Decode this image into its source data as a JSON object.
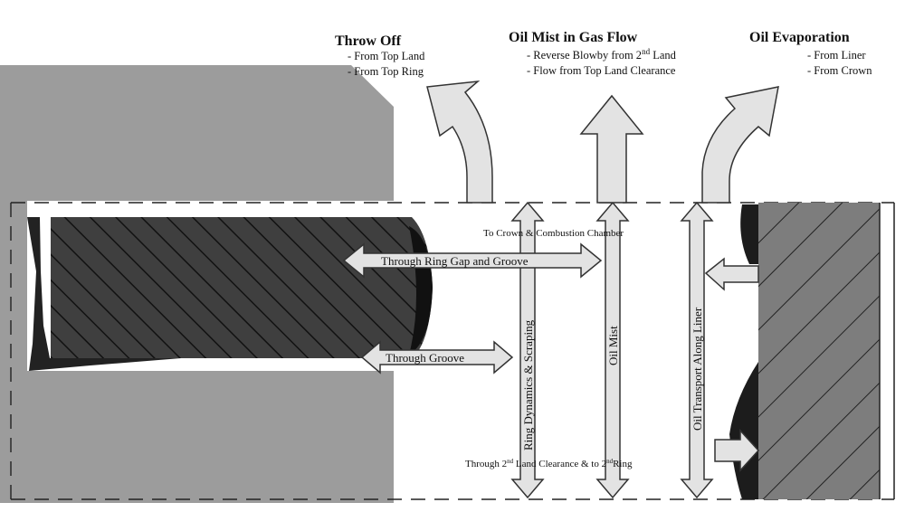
{
  "headers": {
    "throw_off": {
      "title": "Throw Off",
      "items": [
        "- From Top Land",
        "- From Top Ring"
      ]
    },
    "oil_mist": {
      "title": "Oil Mist in Gas Flow",
      "item1_pre": "- Reverse Blowby from 2",
      "item1_sup": "nd",
      "item1_post": " Land",
      "item2": "- Flow from Top Land Clearance"
    },
    "evaporation": {
      "title": "Oil Evaporation",
      "items": [
        "- From Liner",
        "- From Crown"
      ]
    }
  },
  "labels": {
    "to_crown": "To Crown & Combustion Chamber",
    "ring_gap": "Through Ring Gap and Groove",
    "groove": "Through Groove",
    "ring_dynamics": "Ring Dynamics & Scraping",
    "oil_mist": "Oil Mist",
    "liner_transport": "Oil Transport Along Liner",
    "bottom_pre": "Through 2",
    "bottom_sup1": "nd",
    "bottom_mid": " Land Clearance & to 2",
    "bottom_sup2": "nd",
    "bottom_post": "Ring"
  },
  "colors": {
    "piston": "#9c9c9c",
    "ring_fill": "#3d3d3d",
    "ring_hatch": "#1a1a1a",
    "oil_dark": "#1c1c1c",
    "arrow_fill": "#e3e3e3",
    "arrow_stroke": "#333333",
    "liner": "#7a7a7a"
  }
}
